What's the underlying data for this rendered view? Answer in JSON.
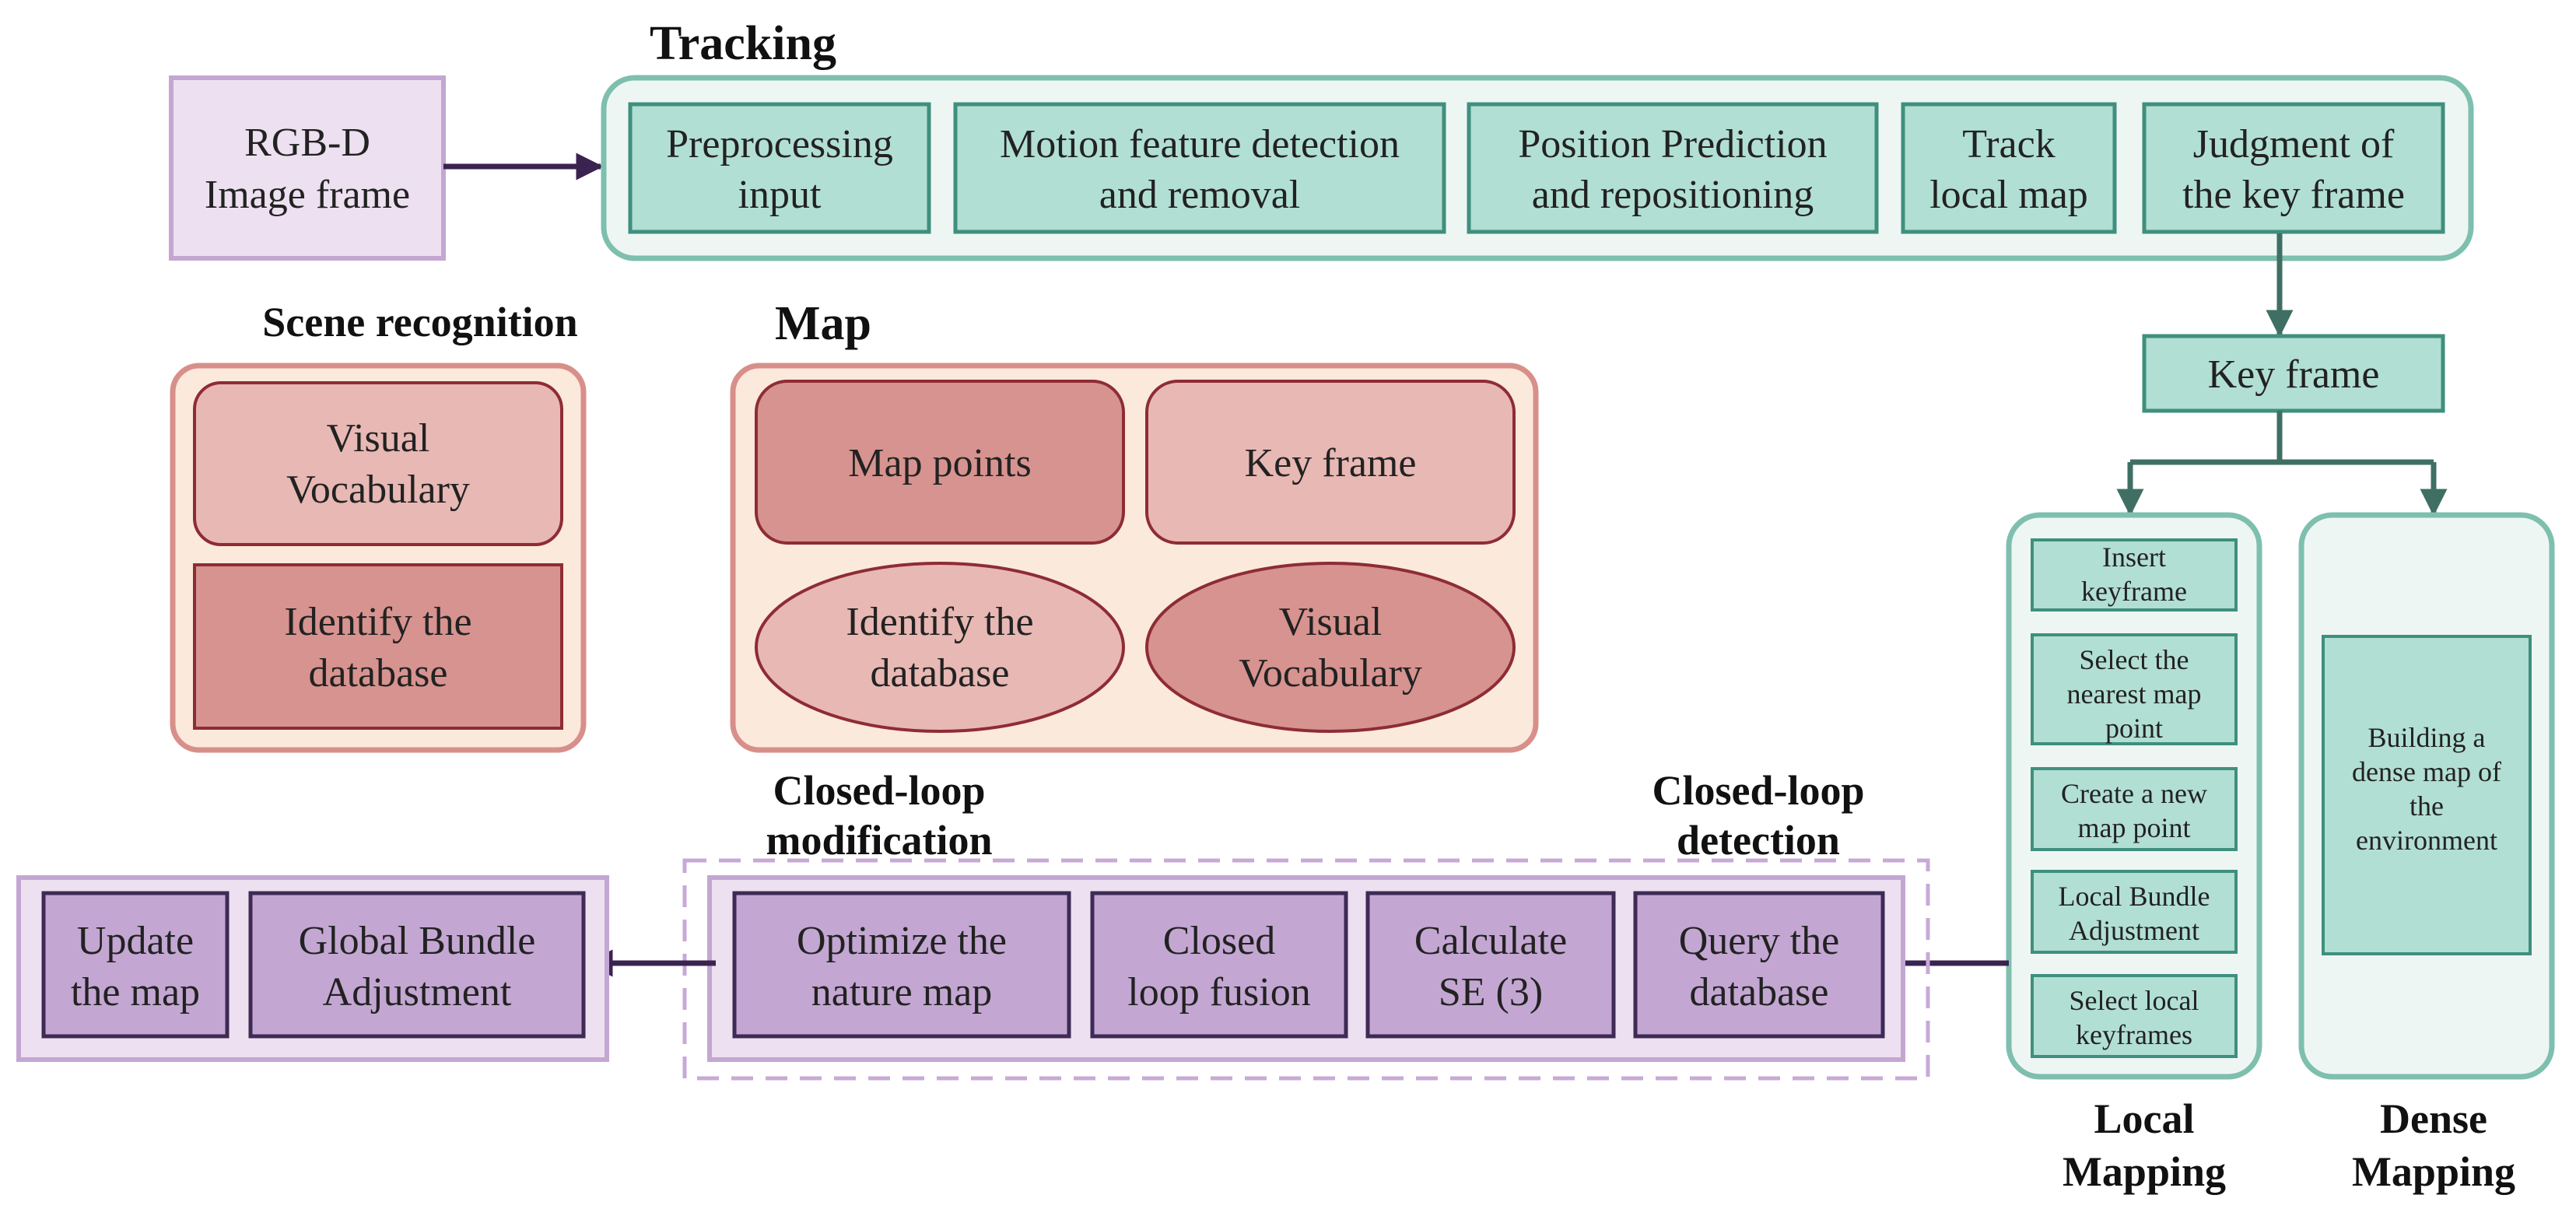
{
  "colors": {
    "teal_fill": "#b2dfd3",
    "teal_stroke": "#3f8f7e",
    "teal_light": "#eef6f3",
    "purple_fill": "#c3a7d2",
    "purple_stroke": "#3e2a55",
    "purple_light": "#ede0f0",
    "pink_dark": "#d7938f",
    "pink_light": "#e8b8b4",
    "pink_stroke": "#8e2c34",
    "peach_bg": "#fbe9dc",
    "peach_stroke": "#d88f8a",
    "arrow_dark": "#3a2350",
    "arrow_teal": "#3f6f63"
  },
  "input": {
    "line1": "RGB-D",
    "line2": "Image frame"
  },
  "tracking": {
    "title": "Tracking",
    "steps": [
      {
        "line1": "Preprocessing",
        "line2": "input"
      },
      {
        "line1": "Motion feature detection",
        "line2": "and removal"
      },
      {
        "line1": "Position Prediction",
        "line2": "and repositioning"
      },
      {
        "line1": "Track",
        "line2": "local map"
      },
      {
        "line1": "Judgment of",
        "line2": "the key frame"
      }
    ]
  },
  "keyframe": {
    "label": "Key frame"
  },
  "scene_recognition": {
    "title": "Scene recognition",
    "items": [
      {
        "line1": "Visual",
        "line2": "Vocabulary"
      },
      {
        "line1": "Identify the",
        "line2": "database"
      }
    ]
  },
  "map": {
    "title": "Map",
    "items": [
      {
        "line1": "Map points"
      },
      {
        "line1": "Key frame"
      },
      {
        "line1": "Identify the",
        "line2": "database"
      },
      {
        "line1": "Visual",
        "line2": "Vocabulary"
      }
    ]
  },
  "local_mapping": {
    "title_line1": "Local",
    "title_line2": "Mapping",
    "steps": [
      {
        "lines": [
          "Insert",
          "keyframe"
        ]
      },
      {
        "lines": [
          "Select the",
          "nearest map",
          "point"
        ]
      },
      {
        "lines": [
          "Create a new",
          "map point"
        ]
      },
      {
        "lines": [
          "Local Bundle",
          "Adjustment"
        ]
      },
      {
        "lines": [
          "Select local",
          "keyframes"
        ]
      }
    ]
  },
  "dense_mapping": {
    "title_line1": "Dense",
    "title_line2": "Mapping",
    "lines": [
      "Building a",
      "dense map of",
      "the",
      "environment"
    ]
  },
  "closed_loop": {
    "modification_line1": "Closed-loop",
    "modification_line2": "modification",
    "detection_line1": "Closed-loop",
    "detection_line2": "detection",
    "steps": [
      {
        "line1": "Optimize the",
        "line2": "nature map"
      },
      {
        "line1": "Closed",
        "line2": "loop fusion"
      },
      {
        "line1": "Calculate",
        "line2": "SE (3)"
      },
      {
        "line1": "Query the",
        "line2": "database"
      }
    ]
  },
  "global": {
    "steps": [
      {
        "line1": "Update",
        "line2": "the map"
      },
      {
        "line1": "Global Bundle",
        "line2": "Adjustment"
      }
    ]
  }
}
